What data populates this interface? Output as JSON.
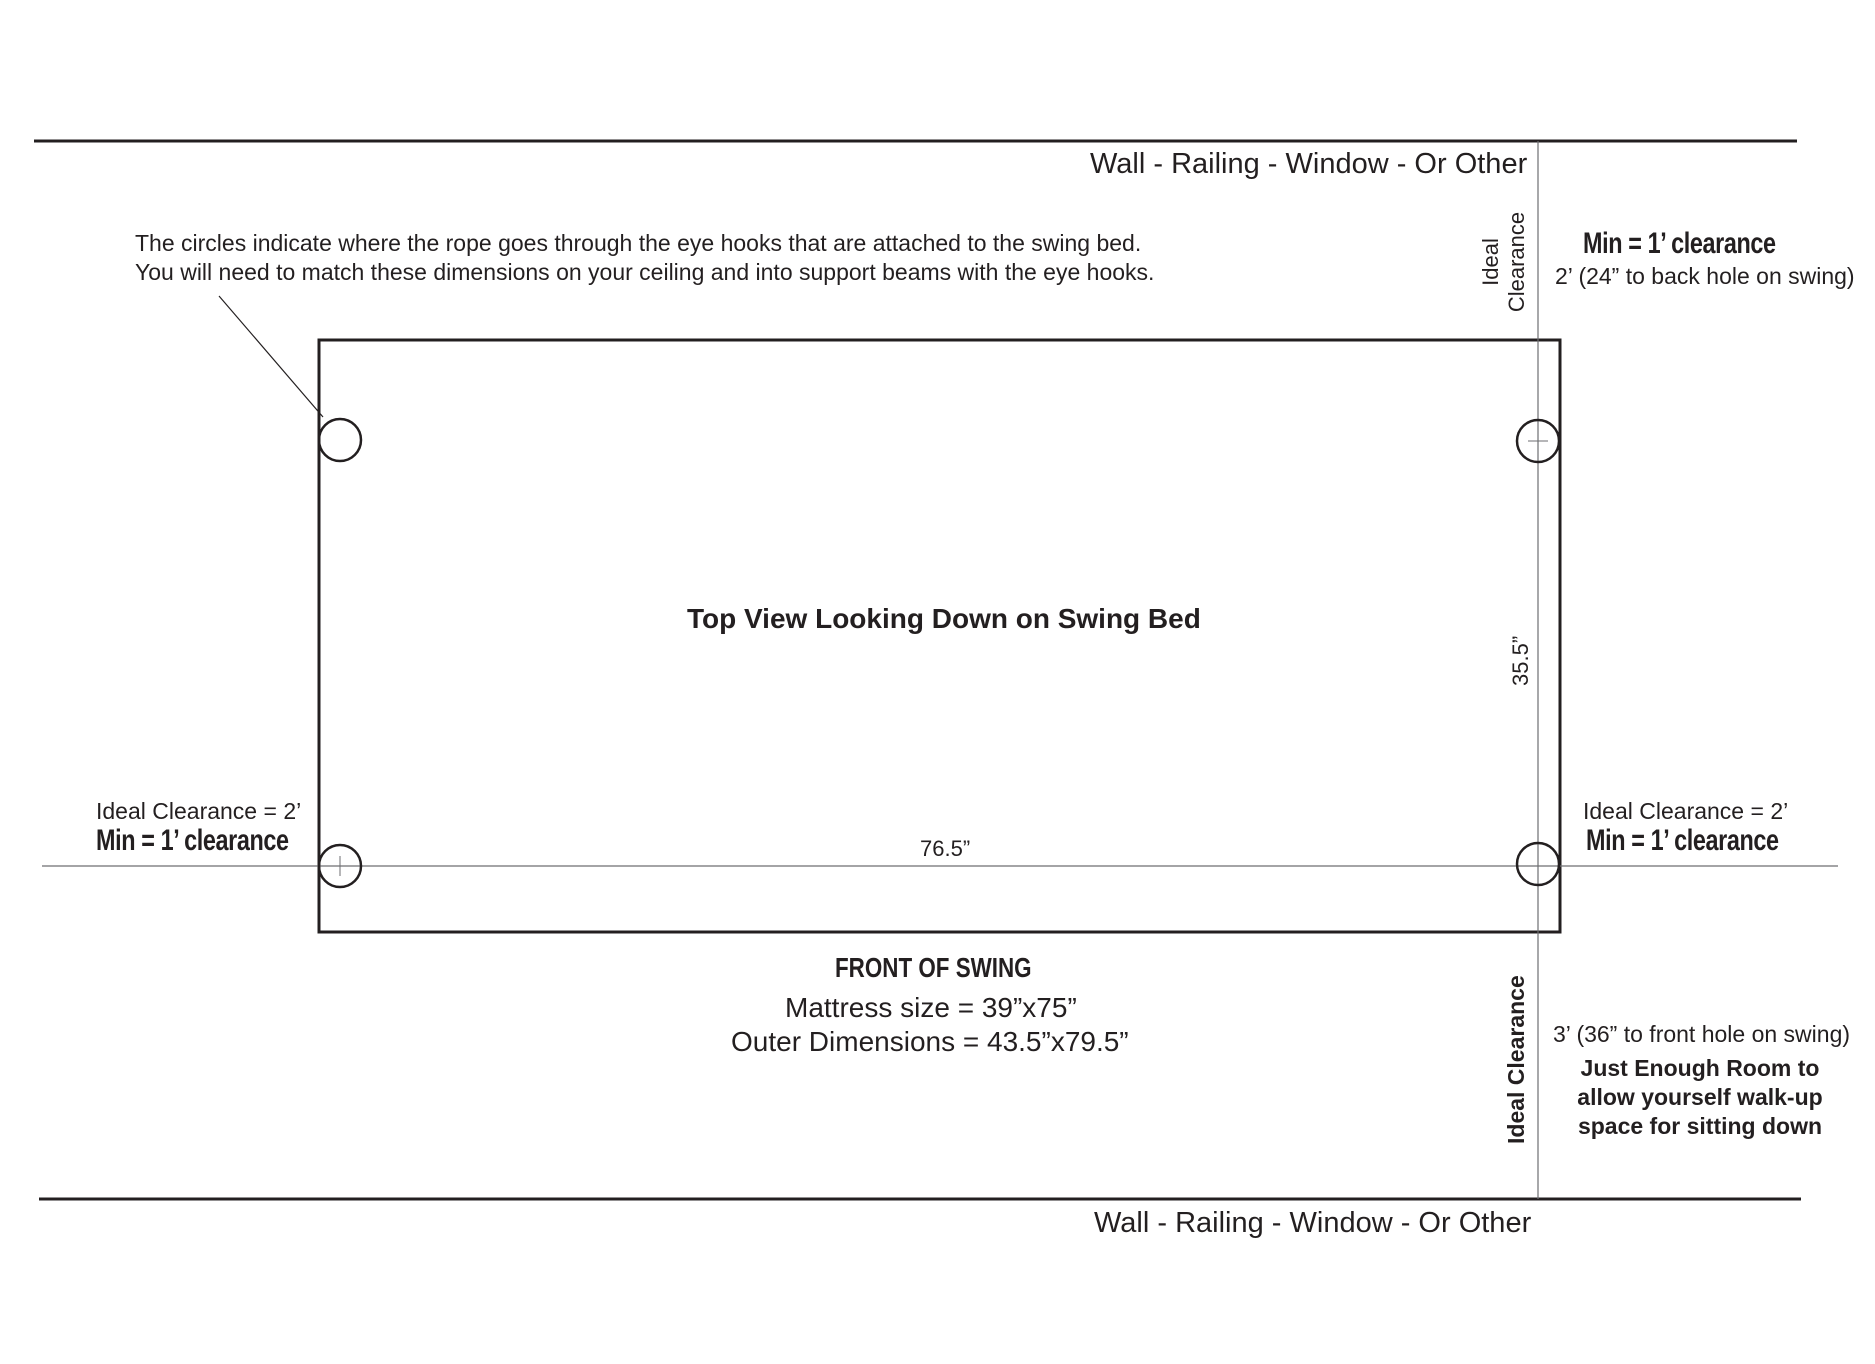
{
  "walls": {
    "top_label": "Wall - Railing - Window - Or Other",
    "bottom_label": "Wall - Railing - Window - Or Other"
  },
  "note": {
    "line1": "The circles indicate where the rope goes through the eye hooks that are attached to the swing bed.",
    "line2": "You will need to match these dimensions on your ceiling and into support beams with the eye hooks."
  },
  "back": {
    "ideal_label_line1": "Ideal",
    "ideal_label_line2": "Clearance",
    "min_label": "Min = 1’ clearance",
    "detail": "2’ (24” to back hole on swing)"
  },
  "left_side": {
    "ideal": "Ideal Clearance = 2’",
    "min": "Min = 1’ clearance"
  },
  "right_side": {
    "ideal": "Ideal Clearance = 2’",
    "min": "Min = 1’ clearance"
  },
  "bed": {
    "title": "Top View Looking Down on Swing Bed",
    "width_dim": "76.5”",
    "depth_dim": "35.5”"
  },
  "front": {
    "label": "FRONT OF SWING",
    "mattress": "Mattress size = 39”x75”",
    "outer": "Outer Dimensions = 43.5”x79.5”",
    "ideal_label": "Ideal Clearance",
    "detail": "3’ (36” to front hole on swing)",
    "bold_note_line1": "Just Enough Room to",
    "bold_note_line2": "allow yourself walk-up",
    "bold_note_line3": "space for sitting down"
  }
}
